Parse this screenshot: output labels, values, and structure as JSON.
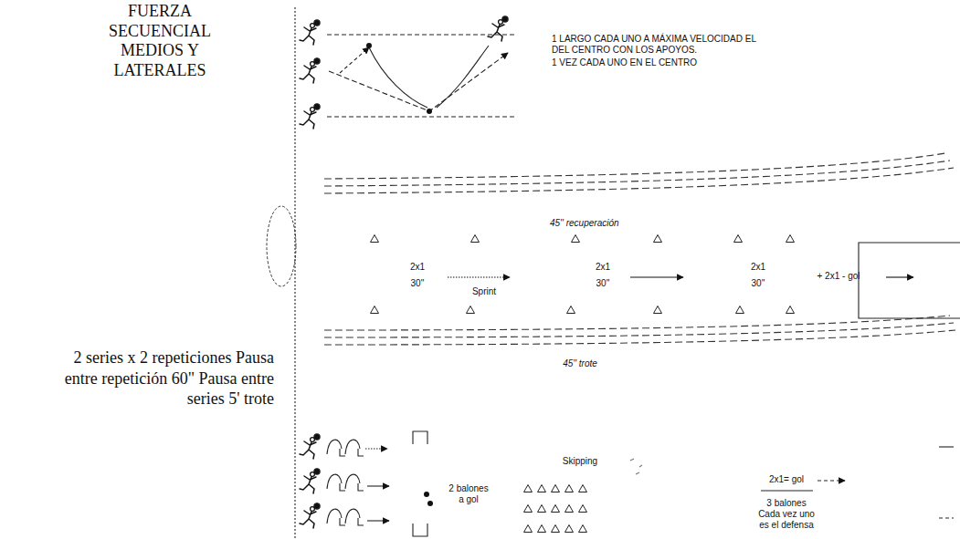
{
  "diagram": {
    "title": "FUERZA SECUENCIAL MEDIOS Y LATERALES",
    "labels": [
      "1 LARGO CADA UNO A MÁXIMA VELOCIDAD EL DEL CENTRO CON LOS APOYOS.",
      "1 VEZ CADA UNO EN EL CENTRO",
      "45'' recuperación",
      "2x1",
      "30''",
      "Sprint",
      "2x1",
      "30''",
      "2x1",
      "30''",
      "+ 2x1 - gol",
      "45'' trote",
      "2 balones a gol",
      "Skipping",
      "2x1= gol",
      "3 balones Cada vez uno es el defensa",
      "2 series x 2 repeticiones Pausa entre repetición 60\" Pausa entre series 5' trote"
    ]
  }
}
